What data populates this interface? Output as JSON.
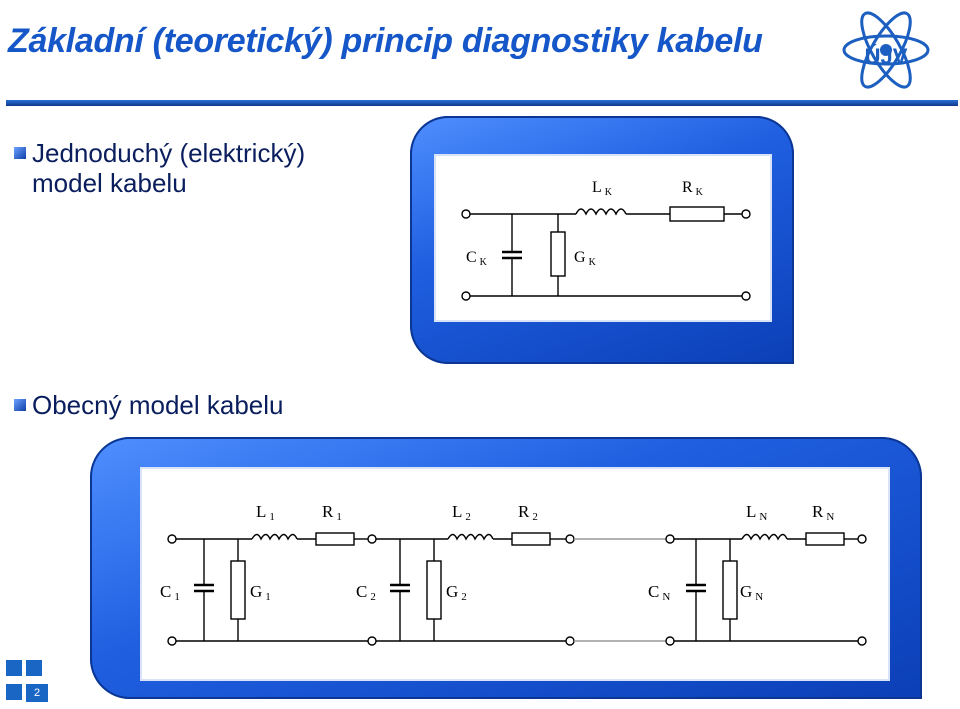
{
  "slide": {
    "title": "Základní (teoretický) princip diagnostiky kabelu",
    "logo_text": "ÚJV",
    "page_number": "2"
  },
  "bullets": {
    "simple_line1": "Jednoduchý (elektrický)",
    "simple_line2": "model kabelu",
    "general": "Obecný model kabelu"
  },
  "diagram_simple": {
    "L": "L",
    "L_sub": "K",
    "R": "R",
    "R_sub": "K",
    "C": "C",
    "C_sub": "K",
    "G": "G",
    "G_sub": "K"
  },
  "diagram_general": {
    "sections": [
      {
        "L": "L",
        "L_sub": "1",
        "R": "R",
        "R_sub": "1",
        "C": "C",
        "C_sub": "1",
        "G": "G",
        "G_sub": "1"
      },
      {
        "L": "L",
        "L_sub": "2",
        "R": "R",
        "R_sub": "2",
        "C": "C",
        "C_sub": "2",
        "G": "G",
        "G_sub": "2"
      },
      {
        "L": "L",
        "L_sub": "N",
        "R": "R",
        "R_sub": "N",
        "C": "C",
        "C_sub": "N",
        "G": "G",
        "G_sub": "N"
      }
    ]
  },
  "colors": {
    "title": "#1556c8",
    "frame": "#1f5fe0",
    "text": "#0a1e5e"
  }
}
